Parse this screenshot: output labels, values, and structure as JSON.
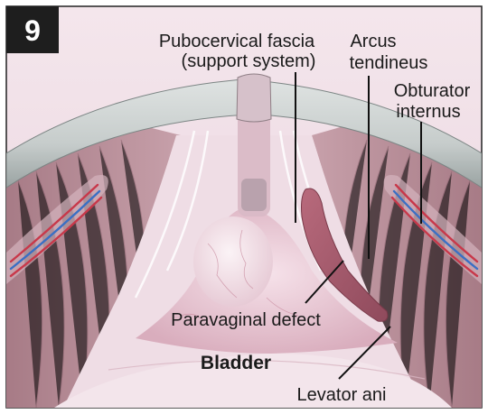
{
  "figure_number": "9",
  "labels": {
    "pubocervical_line1": "Pubocervical fascia",
    "pubocervical_line2": "(support system)",
    "arcus_line1": "Arcus",
    "arcus_line2": "tendineus",
    "obturator_line1": "Obturator",
    "obturator_line2": "internus",
    "paravaginal_defect": "Paravaginal defect",
    "bladder": "Bladder",
    "levator_ani": "Levator ani"
  },
  "colors": {
    "badge": "#1e1e1e",
    "pubic_arch": "#c9cfcf",
    "muscle": "#b58b95",
    "fascia": "#e7d2dc",
    "bladder": "#e6c4d2",
    "defect": "#a35a6c",
    "vessel_red": "#c8384a",
    "vessel_blue": "#3a6fc4"
  }
}
